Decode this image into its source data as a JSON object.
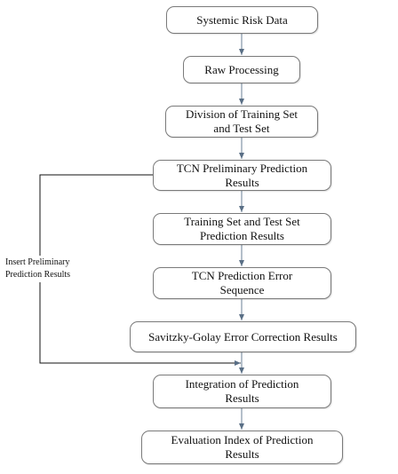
{
  "steps": [
    {
      "label": "Systemic Risk Data"
    },
    {
      "label": "Raw Processing"
    },
    {
      "label": "Division of Training Set\nand Test Set"
    },
    {
      "label": "TCN Preliminary Prediction\nResults"
    },
    {
      "label": "Training Set and Test Set\nPrediction Results"
    },
    {
      "label": "TCN Prediction Error\nSequence"
    },
    {
      "label": "Savitzky-Golay Error Correction Results"
    },
    {
      "label": "Integration of Prediction\nResults"
    },
    {
      "label": "Evaluation Index of Prediction\nResults"
    }
  ],
  "side_label": "Insert Preliminary\nPrediction Results"
}
